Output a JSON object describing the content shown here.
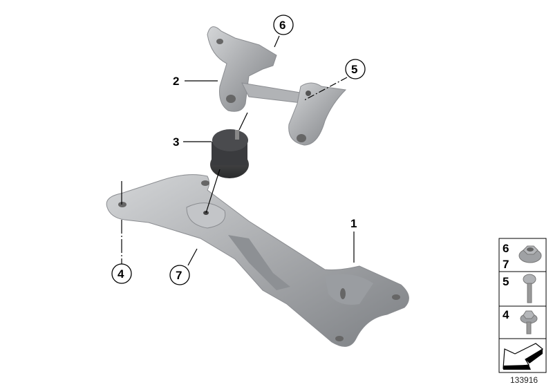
{
  "diagram": {
    "callouts": [
      {
        "id": "1",
        "style": "plain"
      },
      {
        "id": "2",
        "style": "plain"
      },
      {
        "id": "3",
        "style": "plain"
      },
      {
        "id": "4",
        "style": "circle"
      },
      {
        "id": "5",
        "style": "circle"
      },
      {
        "id": "6",
        "style": "circle"
      },
      {
        "id": "7",
        "style": "circle"
      }
    ],
    "parts": [
      "transmission-crossmember",
      "transmission-mount-bracket",
      "rubber-mount"
    ],
    "legend": {
      "cells": [
        {
          "numbers": [
            "6",
            "7"
          ],
          "icon": "collar-nut-icon"
        },
        {
          "numbers": [
            "5"
          ],
          "icon": "torx-screw-icon"
        },
        {
          "numbers": [
            "4"
          ],
          "icon": "hex-bolt-icon"
        },
        {
          "numbers": [],
          "icon": "direction-arrow-icon"
        }
      ]
    },
    "image_number": "133916",
    "colors": {
      "part_gray": "#a9abae",
      "dark_rubber": "#3c3d40",
      "line": "#000000"
    }
  }
}
